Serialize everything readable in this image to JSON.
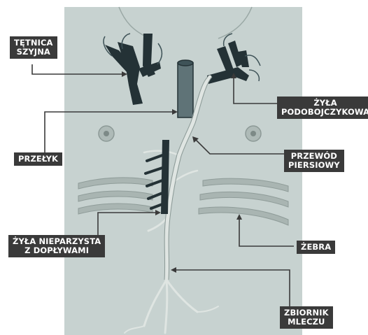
{
  "labels": {
    "carotid": [
      "TĘTNICA",
      "SZYJNA"
    ],
    "subclavian": [
      "ŻYŁA",
      "PODOBOJCZYKOWA"
    ],
    "esophagus": [
      "PRZEŁYK"
    ],
    "thoracic_duct": [
      "PRZEWÓD",
      "PIERSIOWY"
    ],
    "azygos": [
      "ŻYŁA NIEPARZYSTA",
      "Z DOPŁYWAMI"
    ],
    "ribs": [
      "ŻEBRA"
    ],
    "cisterna_chyli": [
      "ZBIORNIK",
      "MLECZU"
    ]
  },
  "colors": {
    "background": "#ffffff",
    "body_panel": "#c7d2d0",
    "vessel_dark": "#243236",
    "vessel_mid": "#3f5358",
    "duct_light": "#dfe5e2",
    "rib": "#a9b5b2",
    "label_bg": "#3a3a3a",
    "label_text": "#ffffff",
    "leader_line": "#3a3a3a"
  }
}
